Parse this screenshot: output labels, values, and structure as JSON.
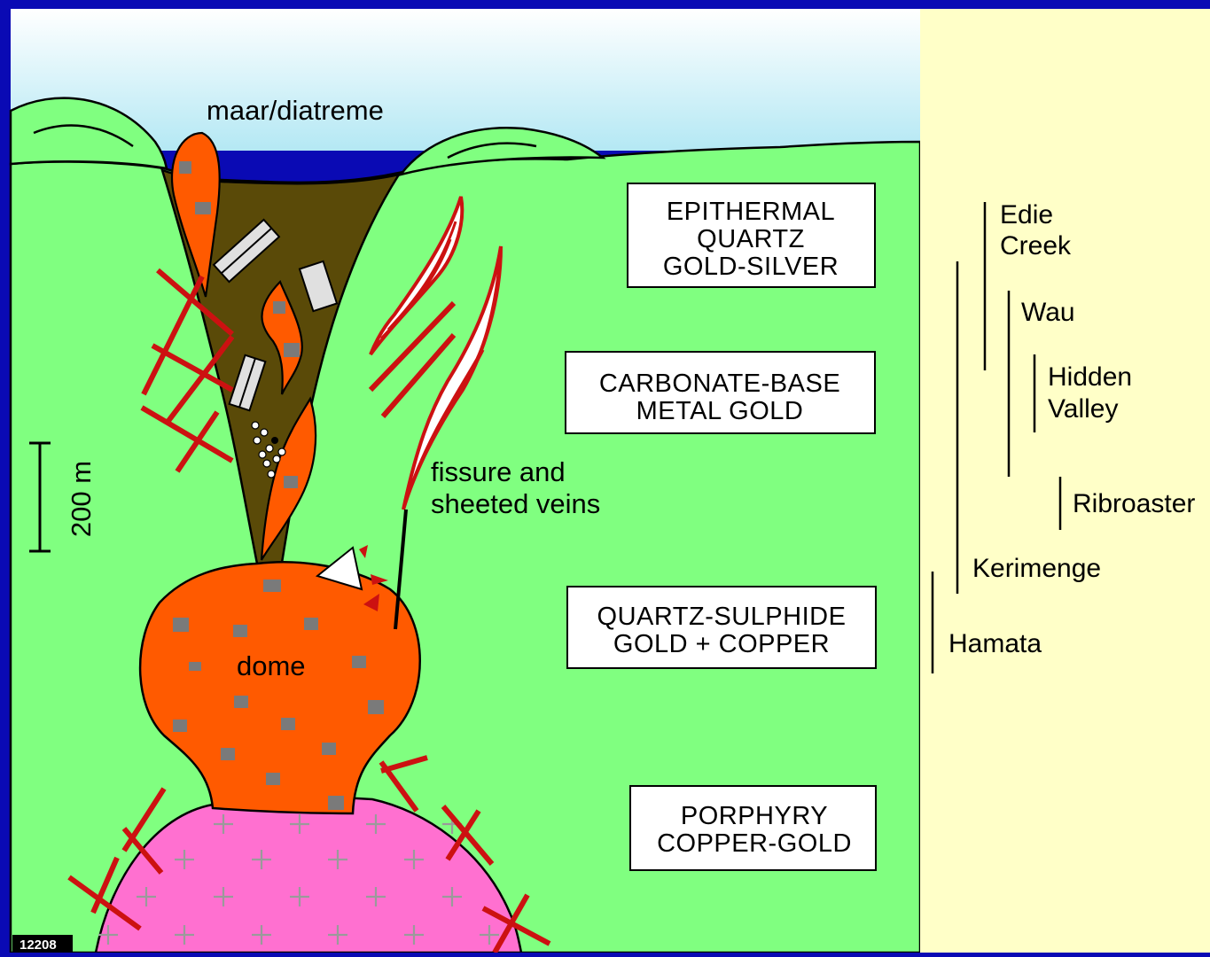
{
  "labels": {
    "maar": "maar/diatreme",
    "fissure_line1": "fissure and",
    "fissure_line2": "sheeted veins",
    "dome": "dome",
    "scale": "200 m",
    "figure_id": "12208"
  },
  "zones": [
    {
      "lines": [
        "EPITHERMAL",
        "QUARTZ",
        "GOLD-SILVER"
      ]
    },
    {
      "lines": [
        "CARBONATE-BASE",
        "METAL GOLD"
      ]
    },
    {
      "lines": [
        "QUARTZ-SULPHIDE",
        "GOLD + COPPER"
      ]
    },
    {
      "lines": [
        "PORPHYRY",
        "COPPER-GOLD"
      ]
    }
  ],
  "deposits": [
    {
      "lines": [
        "Edie",
        "Creek"
      ]
    },
    {
      "lines": [
        "Wau"
      ]
    },
    {
      "lines": [
        "Hidden",
        "Valley"
      ]
    },
    {
      "lines": [
        "Ribroaster"
      ]
    },
    {
      "lines": [
        "Kerimenge"
      ]
    },
    {
      "lines": [
        "Hamata"
      ]
    }
  ],
  "colors": {
    "frame": "#0a0ab4",
    "host_rock": "#80ff80",
    "sky_top": "#ffffff",
    "sky_bottom": "#b4e8f4",
    "breccia": "#5a4a08",
    "dome": "#ff5a00",
    "porphyry": "#ff70d0",
    "side_panel": "#ffffc8",
    "vein": "#cc1111",
    "clast": "#7a7a7a"
  }
}
